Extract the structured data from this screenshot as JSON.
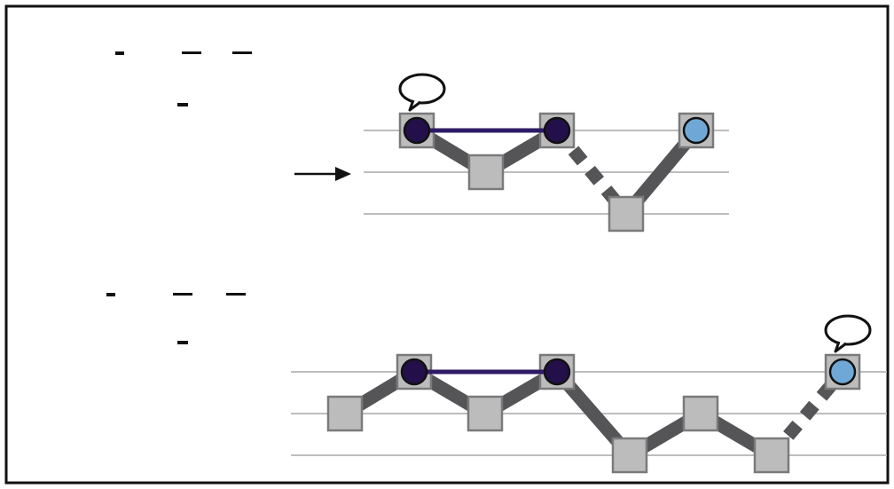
{
  "panels": [
    {
      "id": "top",
      "nodes": [
        {
          "kind": "circle-dark",
          "bubble": true
        },
        {
          "kind": "square"
        },
        {
          "kind": "circle-dark"
        },
        {
          "kind": "square"
        },
        {
          "kind": "circle-light"
        }
      ],
      "connections": [
        "solid",
        "solid",
        "dotted",
        "solid"
      ],
      "arc": [
        0,
        2
      ]
    },
    {
      "id": "bottom",
      "nodes": [
        {
          "kind": "square"
        },
        {
          "kind": "circle-dark"
        },
        {
          "kind": "square"
        },
        {
          "kind": "circle-dark"
        },
        {
          "kind": "square"
        },
        {
          "kind": "square"
        },
        {
          "kind": "square"
        },
        {
          "kind": "circle-light",
          "bubble": true
        }
      ],
      "connections": [
        "solid",
        "solid",
        "solid",
        "solid",
        "solid",
        "solid",
        "dotted"
      ],
      "arc": [
        1,
        3
      ]
    }
  ],
  "colors": {
    "frame": "#111111",
    "track": "#555558",
    "gridline": "#bdbdbd",
    "square_fill": "#bcbcbc",
    "square_stroke": "#7a7a7a",
    "circle_dark": "#23104a",
    "circle_light": "#6fa8d6",
    "arc": "#2e1a66",
    "arrow": "#111111"
  },
  "icons": [
    "speech-bubble-icon",
    "right-arrow-icon"
  ]
}
